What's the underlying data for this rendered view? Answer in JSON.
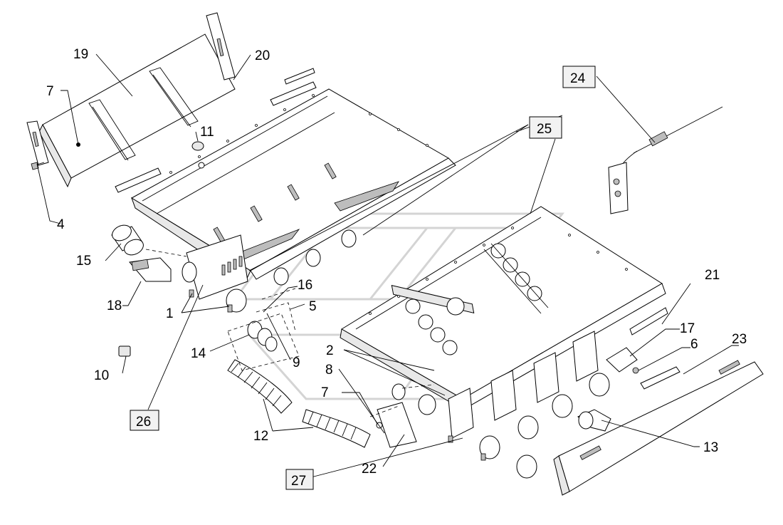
{
  "callouts": {
    "c19": "19",
    "c20": "20",
    "c7a": "7",
    "c11": "11",
    "c4": "4",
    "c15": "15",
    "c18": "18",
    "c1": "1",
    "c16": "16",
    "c5": "5",
    "c14": "14",
    "c9": "9",
    "c10": "10",
    "c2": "2",
    "c8": "8",
    "c7b": "7",
    "c12": "12",
    "c22": "22",
    "c21": "21",
    "c17": "17",
    "c6": "6",
    "c23": "23",
    "c13": "13"
  },
  "boxed_callouts": {
    "b24": "24",
    "b25": "25",
    "b26": "26",
    "b27": "27"
  },
  "colors": {
    "line": "#000000",
    "box_fill": "#f2f2f2",
    "watermark": "#d4d4d4"
  }
}
